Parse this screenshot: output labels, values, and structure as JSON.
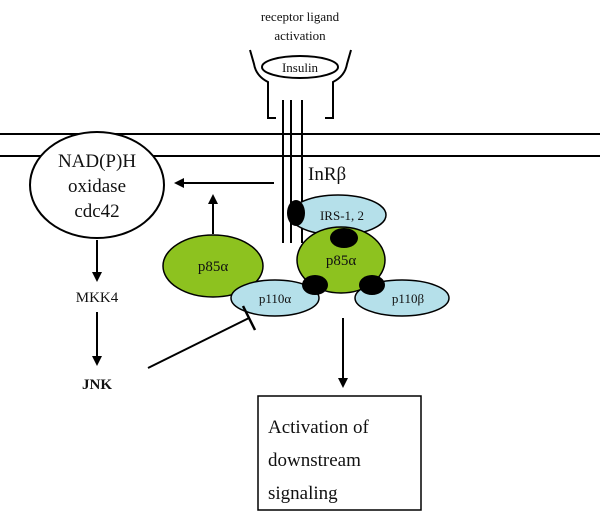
{
  "ligand": {
    "caption_line1": "receptor ligand",
    "caption_line2": "activation",
    "name": "Insulin"
  },
  "receptor": {
    "label": "InRβ"
  },
  "nadph": {
    "line1": "NAD(P)H",
    "line2": "oxidase",
    "line3": "cdc42"
  },
  "irs": {
    "label": "IRS-1, 2"
  },
  "p85_complex": {
    "label": "p85α"
  },
  "p85_free": {
    "label": "p85α"
  },
  "p110a": {
    "label": "p110α"
  },
  "p110b": {
    "label": "p110β"
  },
  "mkk4": {
    "label": "MKK4"
  },
  "jnk": {
    "label": "JNK"
  },
  "downstream": {
    "line1": "Activation of",
    "line2": "downstream",
    "line3": "signaling"
  },
  "colors": {
    "green": "#8dc21f",
    "light_blue": "#b5e0ea",
    "black": "#000000"
  }
}
